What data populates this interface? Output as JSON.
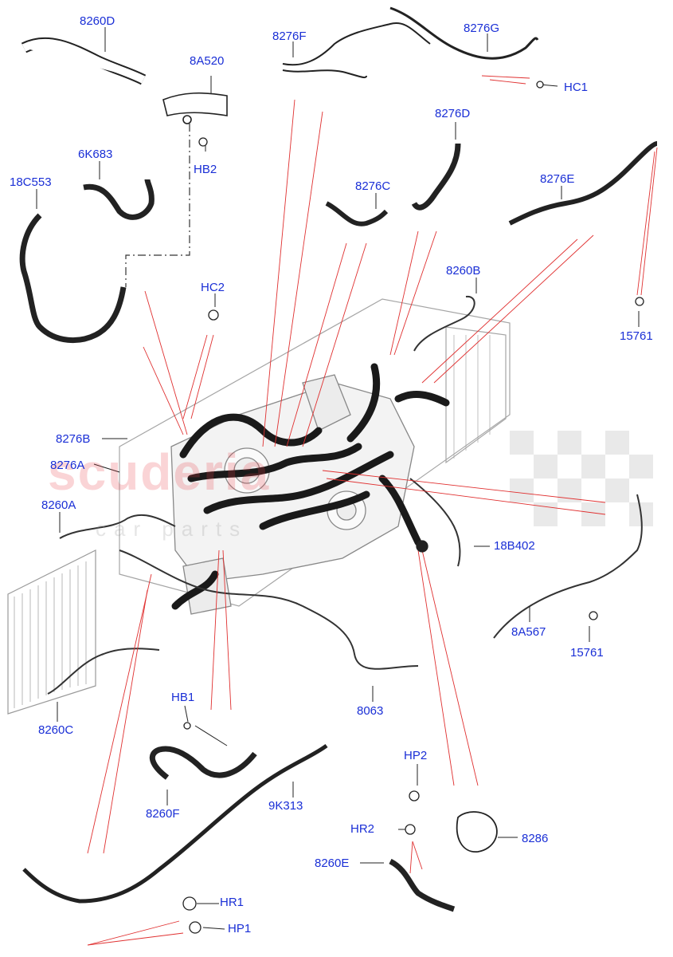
{
  "watermark": {
    "brand": "scuderia",
    "sub": "car parts"
  },
  "labels": [
    {
      "id": "8260D",
      "text": "8260D"
    },
    {
      "id": "8A520",
      "text": "8A520"
    },
    {
      "id": "HB2",
      "text": "HB2"
    },
    {
      "id": "8276F",
      "text": "8276F"
    },
    {
      "id": "8276G",
      "text": "8276G"
    },
    {
      "id": "HC1",
      "text": "HC1"
    },
    {
      "id": "8276D",
      "text": "8276D"
    },
    {
      "id": "6K683",
      "text": "6K683"
    },
    {
      "id": "18C553",
      "text": "18C553"
    },
    {
      "id": "8276C",
      "text": "8276C"
    },
    {
      "id": "8276E",
      "text": "8276E"
    },
    {
      "id": "HC2",
      "text": "HC2"
    },
    {
      "id": "8260B",
      "text": "8260B"
    },
    {
      "id": "15761a",
      "text": "15761"
    },
    {
      "id": "8276B",
      "text": "8276B"
    },
    {
      "id": "8276A",
      "text": "8276A"
    },
    {
      "id": "8260A",
      "text": "8260A"
    },
    {
      "id": "18B402",
      "text": "18B402"
    },
    {
      "id": "8A567",
      "text": "8A567"
    },
    {
      "id": "15761b",
      "text": "15761"
    },
    {
      "id": "8260C",
      "text": "8260C"
    },
    {
      "id": "8063",
      "text": "8063"
    },
    {
      "id": "HB1",
      "text": "HB1"
    },
    {
      "id": "8260F",
      "text": "8260F"
    },
    {
      "id": "9K313",
      "text": "9K313"
    },
    {
      "id": "HP2",
      "text": "HP2"
    },
    {
      "id": "HR2",
      "text": "HR2"
    },
    {
      "id": "8286",
      "text": "8286"
    },
    {
      "id": "8260E",
      "text": "8260E"
    },
    {
      "id": "HR1",
      "text": "HR1"
    },
    {
      "id": "HP1",
      "text": "HP1"
    }
  ],
  "colors": {
    "label": "#1a2fd6",
    "leader": "#e03030",
    "hose": "#1a1a1a",
    "engine": "#9a9a9a"
  }
}
